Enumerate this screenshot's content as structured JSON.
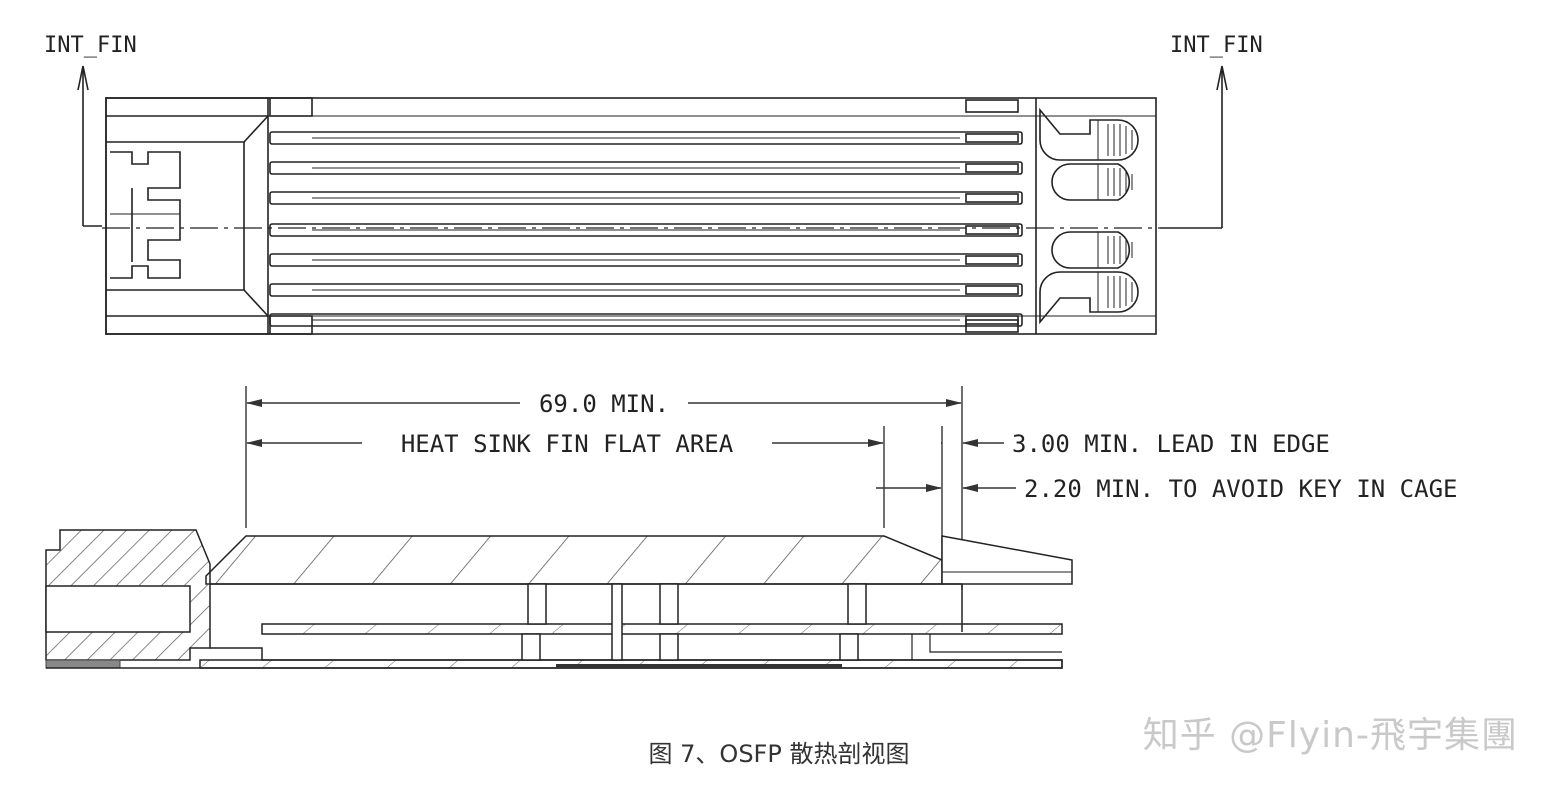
{
  "figure": {
    "caption": "图 7、OSFP 散热剖视图",
    "watermark": "知乎 @Flyin-飛宇集團"
  },
  "top_view": {
    "section_label_left": "INT_FIN",
    "section_label_right": "INT_FIN"
  },
  "dimensions": {
    "overall": "69.0 MIN.",
    "flat_area": "HEAT SINK FIN FLAT AREA",
    "lead_in": "3.00 MIN. LEAD IN EDGE",
    "key_avoid": "2.20 MIN. TO AVOID KEY IN CAGE"
  }
}
